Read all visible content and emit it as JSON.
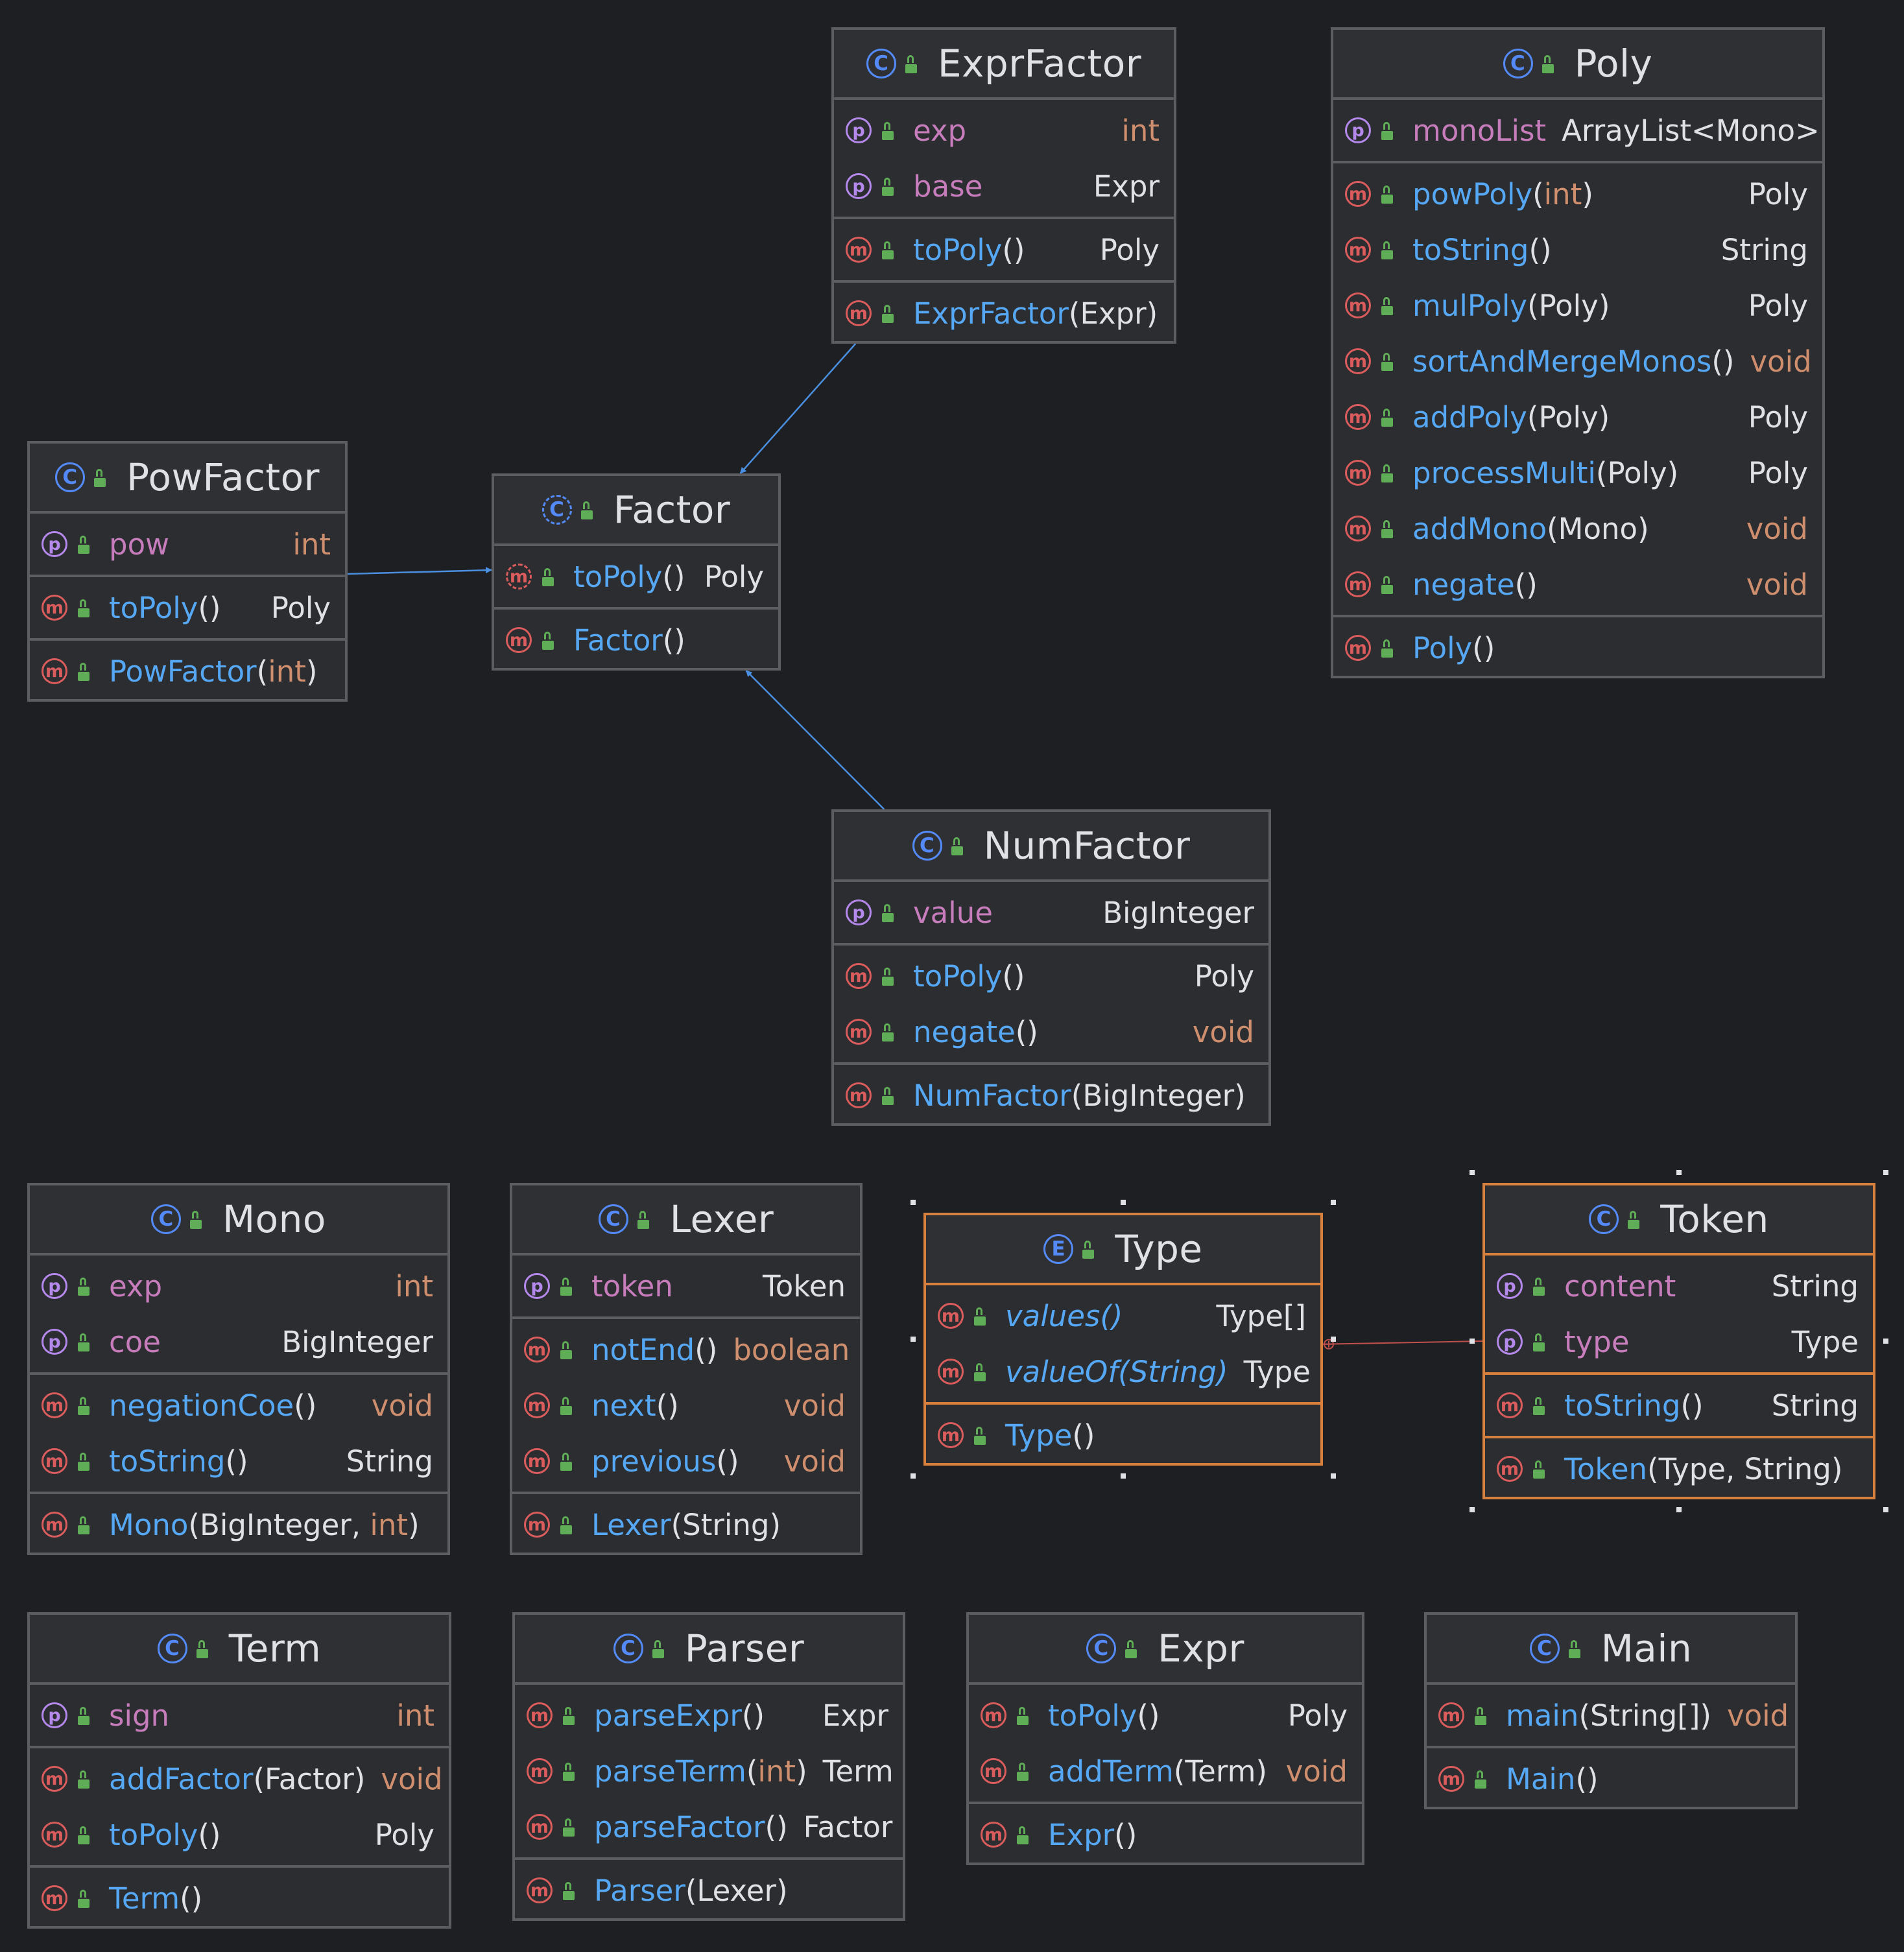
{
  "colors": {
    "background": "#1e1f22",
    "box": "#2b2d30",
    "border": "#5b5d61",
    "selected_border": "#d9813c",
    "method_name": "#56a8f5",
    "field_name": "#c77dbb",
    "keyword_type": "#cf8e6d",
    "edge": "#4a8fe0",
    "inner_class_edge": "#c0504d"
  },
  "classes": [
    {
      "id": "ExprFactor",
      "kind": "C",
      "name": "ExprFactor",
      "selected": false,
      "sections": [
        [
          {
            "k": "p",
            "name": "exp",
            "type": "int",
            "type_kw": true
          },
          {
            "k": "p",
            "name": "base",
            "type": "Expr"
          }
        ],
        [
          {
            "k": "m",
            "name": "toPoly",
            "params": "()",
            "type": "Poly"
          }
        ],
        [
          {
            "k": "m",
            "name": "ExprFactor",
            "params": "(Expr)"
          }
        ]
      ]
    },
    {
      "id": "Poly",
      "kind": "C",
      "name": "Poly",
      "selected": false,
      "sections": [
        [
          {
            "k": "p",
            "name": "monoList",
            "type": "ArrayList<Mono>"
          }
        ],
        [
          {
            "k": "m",
            "name": "powPoly",
            "params": "(int)",
            "params_kw": true,
            "type": "Poly"
          },
          {
            "k": "m",
            "name": "toString",
            "params": "()",
            "type": "String"
          },
          {
            "k": "m",
            "name": "mulPoly",
            "params": "(Poly)",
            "type": "Poly"
          },
          {
            "k": "m",
            "name": "sortAndMergeMonos",
            "params": "()",
            "type": "void",
            "type_kw": true
          },
          {
            "k": "m",
            "name": "addPoly",
            "params": "(Poly)",
            "type": "Poly"
          },
          {
            "k": "m",
            "name": "processMulti",
            "params": "(Poly)",
            "type": "Poly"
          },
          {
            "k": "m",
            "name": "addMono",
            "params": "(Mono)",
            "type": "void",
            "type_kw": true
          },
          {
            "k": "m",
            "name": "negate",
            "params": "()",
            "type": "void",
            "type_kw": true
          }
        ],
        [
          {
            "k": "m",
            "name": "Poly",
            "params": "()"
          }
        ]
      ]
    },
    {
      "id": "PowFactor",
      "kind": "C",
      "name": "PowFactor",
      "selected": false,
      "sections": [
        [
          {
            "k": "p",
            "name": "pow",
            "type": "int",
            "type_kw": true
          }
        ],
        [
          {
            "k": "m",
            "name": "toPoly",
            "params": "()",
            "type": "Poly"
          }
        ],
        [
          {
            "k": "m",
            "name": "PowFactor",
            "params": "(int)",
            "params_kw": true
          }
        ]
      ]
    },
    {
      "id": "Factor",
      "kind": "C",
      "abstract": true,
      "name": "Factor",
      "selected": false,
      "sections": [
        [
          {
            "k": "m",
            "abstract": true,
            "name": "toPoly",
            "params": "()",
            "type": "Poly"
          }
        ],
        [
          {
            "k": "m",
            "name": "Factor",
            "params": "()"
          }
        ]
      ]
    },
    {
      "id": "NumFactor",
      "kind": "C",
      "name": "NumFactor",
      "selected": false,
      "sections": [
        [
          {
            "k": "p",
            "name": "value",
            "type": "BigInteger"
          }
        ],
        [
          {
            "k": "m",
            "name": "toPoly",
            "params": "()",
            "type": "Poly"
          },
          {
            "k": "m",
            "name": "negate",
            "params": "()",
            "type": "void",
            "type_kw": true
          }
        ],
        [
          {
            "k": "m",
            "name": "NumFactor",
            "params": "(BigInteger)"
          }
        ]
      ]
    },
    {
      "id": "Mono",
      "kind": "C",
      "name": "Mono",
      "selected": false,
      "sections": [
        [
          {
            "k": "p",
            "name": "exp",
            "type": "int",
            "type_kw": true
          },
          {
            "k": "p",
            "name": "coe",
            "type": "BigInteger"
          }
        ],
        [
          {
            "k": "m",
            "name": "negationCoe",
            "params": "()",
            "type": "void",
            "type_kw": true
          },
          {
            "k": "m",
            "name": "toString",
            "params": "()",
            "type": "String"
          }
        ],
        [
          {
            "k": "m",
            "name": "Mono",
            "params": "(BigInteger, int)",
            "params_kw_tail": "int"
          }
        ]
      ]
    },
    {
      "id": "Lexer",
      "kind": "C",
      "name": "Lexer",
      "selected": false,
      "sections": [
        [
          {
            "k": "p",
            "name": "token",
            "type": "Token"
          }
        ],
        [
          {
            "k": "m",
            "name": "notEnd",
            "params": "()",
            "type": "boolean",
            "type_kw": true
          },
          {
            "k": "m",
            "name": "next",
            "params": "()",
            "type": "void",
            "type_kw": true
          },
          {
            "k": "m",
            "name": "previous",
            "params": "()",
            "type": "void",
            "type_kw": true
          }
        ],
        [
          {
            "k": "m",
            "name": "Lexer",
            "params": "(String)"
          }
        ]
      ]
    },
    {
      "id": "Type",
      "kind": "E",
      "name": "Type",
      "selected": true,
      "sections": [
        [
          {
            "k": "m",
            "name": "values()",
            "italic": true,
            "params": "",
            "type": "Type[]"
          },
          {
            "k": "m",
            "name": "valueOf(String)",
            "italic": true,
            "params": "",
            "type": "Type"
          }
        ],
        [
          {
            "k": "m",
            "name": "Type",
            "params": "()"
          }
        ]
      ]
    },
    {
      "id": "Token",
      "kind": "C",
      "name": "Token",
      "selected": true,
      "sections": [
        [
          {
            "k": "p",
            "name": "content",
            "type": "String"
          },
          {
            "k": "p",
            "name": "type",
            "type": "Type"
          }
        ],
        [
          {
            "k": "m",
            "name": "toString",
            "params": "()",
            "type": "String"
          }
        ],
        [
          {
            "k": "m",
            "name": "Token",
            "params": "(Type, String)"
          }
        ]
      ]
    },
    {
      "id": "Term",
      "kind": "C",
      "name": "Term",
      "selected": false,
      "sections": [
        [
          {
            "k": "p",
            "name": "sign",
            "type": "int",
            "type_kw": true
          }
        ],
        [
          {
            "k": "m",
            "name": "addFactor",
            "params": "(Factor)",
            "type": "void",
            "type_kw": true
          },
          {
            "k": "m",
            "name": "toPoly",
            "params": "()",
            "type": "Poly"
          }
        ],
        [
          {
            "k": "m",
            "name": "Term",
            "params": "()"
          }
        ]
      ]
    },
    {
      "id": "Parser",
      "kind": "C",
      "name": "Parser",
      "selected": false,
      "sections": [
        [
          {
            "k": "m",
            "name": "parseExpr",
            "params": "()",
            "type": "Expr"
          },
          {
            "k": "m",
            "name": "parseTerm",
            "params": "(int)",
            "params_kw": true,
            "type": "Term"
          },
          {
            "k": "m",
            "name": "parseFactor",
            "params": "()",
            "type": "Factor"
          }
        ],
        [
          {
            "k": "m",
            "name": "Parser",
            "params": "(Lexer)"
          }
        ]
      ]
    },
    {
      "id": "Expr",
      "kind": "C",
      "name": "Expr",
      "selected": false,
      "sections": [
        [
          {
            "k": "m",
            "name": "toPoly",
            "params": "()",
            "type": "Poly"
          },
          {
            "k": "m",
            "name": "addTerm",
            "params": "(Term)",
            "type": "void",
            "type_kw": true
          }
        ],
        [
          {
            "k": "m",
            "name": "Expr",
            "params": "()"
          }
        ]
      ]
    },
    {
      "id": "Main",
      "kind": "C",
      "name": "Main",
      "selected": false,
      "sections": [
        [
          {
            "k": "m",
            "name": "main",
            "params": "(String[])",
            "type": "void",
            "type_kw": true
          }
        ],
        [
          {
            "k": "m",
            "name": "Main",
            "params": "()"
          }
        ]
      ]
    }
  ],
  "edges": [
    {
      "from": "ExprFactor",
      "to": "Factor",
      "kind": "extends"
    },
    {
      "from": "PowFactor",
      "to": "Factor",
      "kind": "extends"
    },
    {
      "from": "NumFactor",
      "to": "Factor",
      "kind": "extends"
    },
    {
      "from": "Type",
      "to": "Token",
      "kind": "inner-class"
    }
  ]
}
